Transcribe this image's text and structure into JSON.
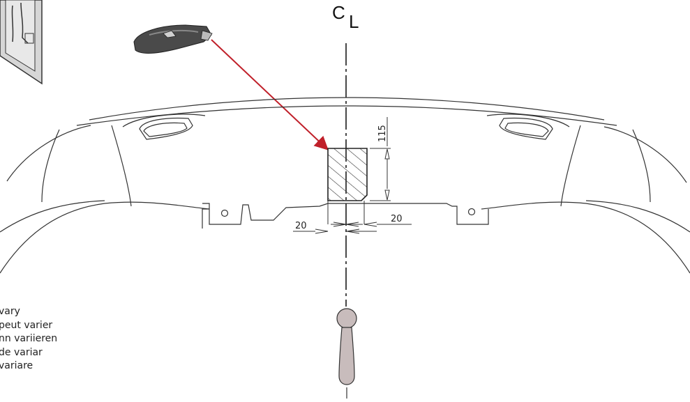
{
  "centerline": {
    "c": "C",
    "l": "L"
  },
  "dimensions": {
    "height": "115",
    "left_offset": "20",
    "right_offset": "20"
  },
  "note_lines": [
    "vary",
    "peut varier",
    "nn variieren",
    "de variar",
    "variare"
  ],
  "colors": {
    "arrow": "#c0202a",
    "line": "#333333",
    "hatch": "#333333",
    "tool_body": "#4a4a4a",
    "handle": "#c8bcbc"
  },
  "icons": [
    "instruction-icon",
    "utility-knife-icon",
    "drill-handle-icon"
  ]
}
